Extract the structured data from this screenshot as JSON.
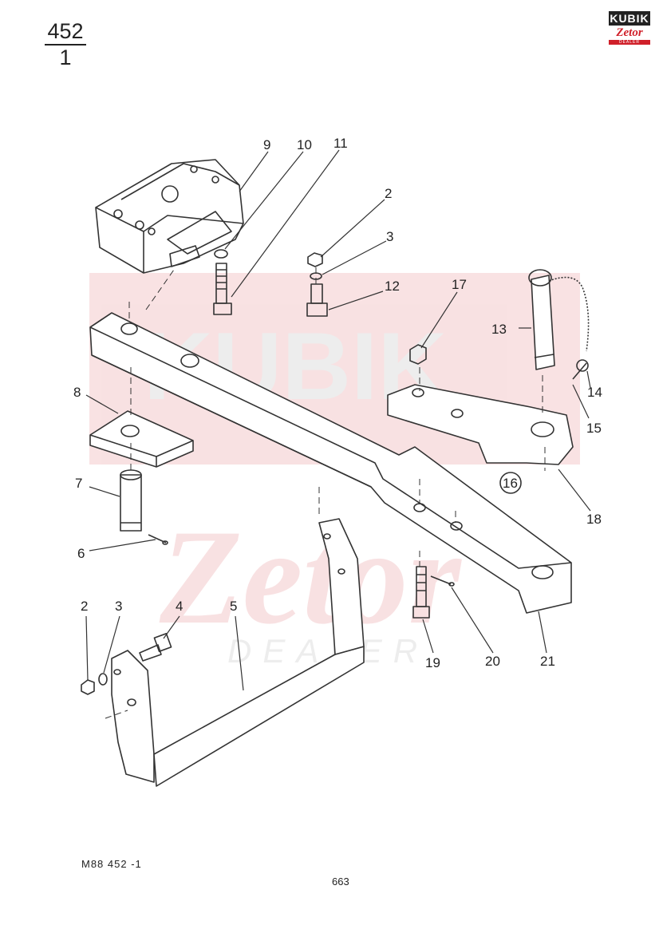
{
  "header": {
    "group_number": "452",
    "sheet_number": "1"
  },
  "logo": {
    "brand_top": "KUBIK",
    "brand_main": "Zetor",
    "brand_sub": "DEALER"
  },
  "watermark": {
    "line1": "KUBIK",
    "line2": "Zetor",
    "line3": "DEALER"
  },
  "callouts": {
    "c9": "9",
    "c10": "10",
    "c11": "11",
    "c2a": "2",
    "c3a": "3",
    "c12": "12",
    "c17": "17",
    "c13": "13",
    "c14": "14",
    "c15": "15",
    "c8": "8",
    "c16": "16",
    "c18": "18",
    "c7": "7",
    "c6": "6",
    "c2b": "2",
    "c3b": "3",
    "c4": "4",
    "c5": "5",
    "c19": "19",
    "c20": "20",
    "c21": "21"
  },
  "footer": {
    "drawing_code": "M88   452 -1",
    "page_number": "663"
  }
}
